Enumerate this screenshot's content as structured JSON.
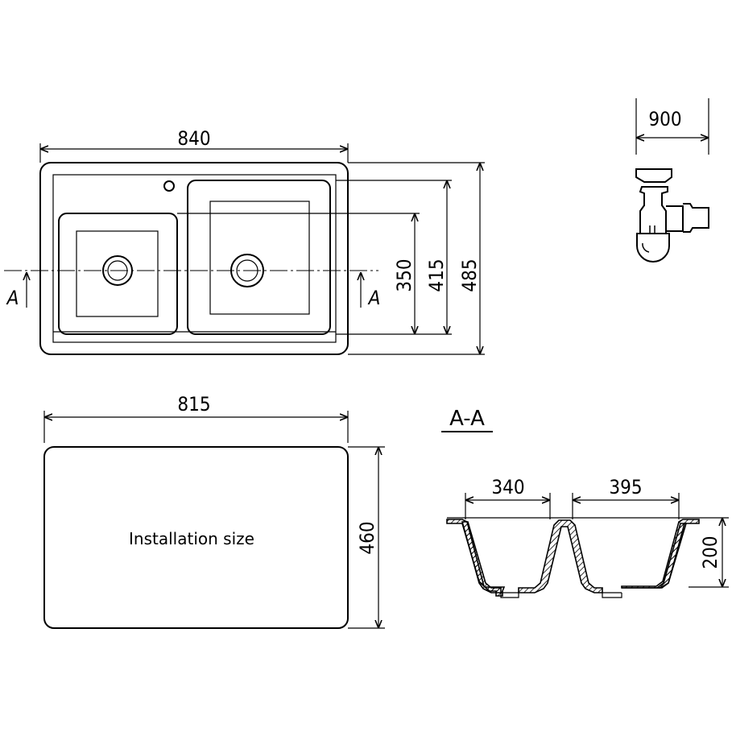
{
  "top_view": {
    "width_label": "840",
    "dim_350": "350",
    "dim_415": "415",
    "dim_485": "485",
    "section_mark_left": "A",
    "section_mark_right": "A"
  },
  "siphon": {
    "width_label": "900"
  },
  "installation": {
    "width_label": "815",
    "height_label": "460",
    "caption": "Installation size"
  },
  "section": {
    "title": "A-A",
    "left_bowl_width": "340",
    "right_bowl_width": "395",
    "depth": "200"
  }
}
